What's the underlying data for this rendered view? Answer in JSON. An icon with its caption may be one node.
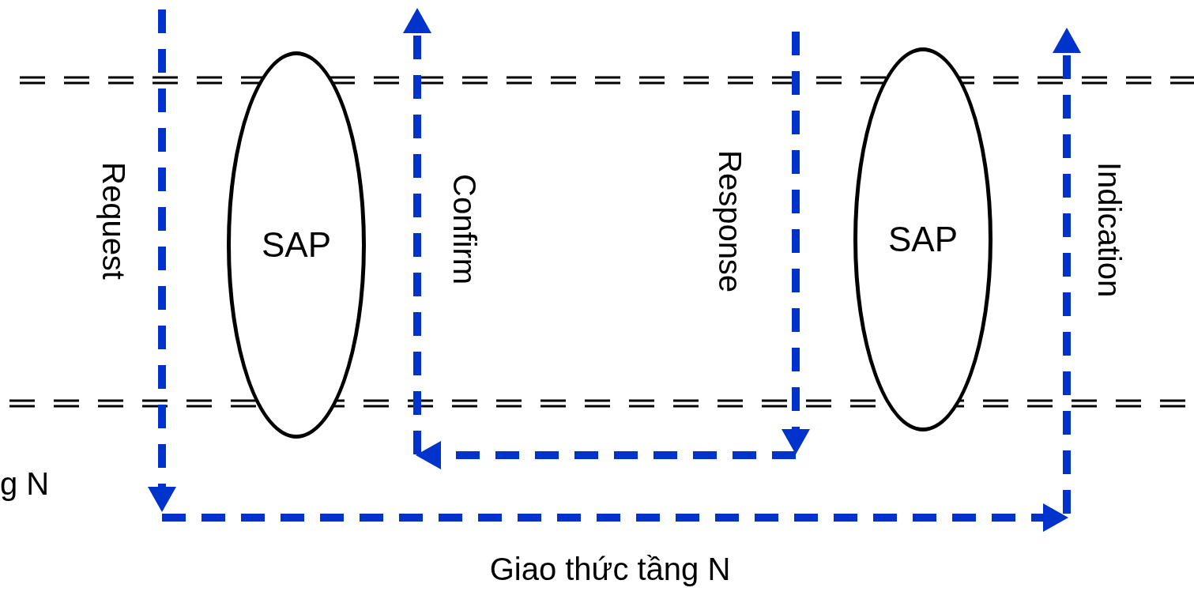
{
  "diagram": {
    "nodes": [
      {
        "text": [
          "SAP"
        ]
      },
      {
        "text": [
          "SAP"
        ]
      }
    ],
    "labels": [
      "Request",
      "Confirm",
      "Response",
      "Indication",
      "g N",
      "Giao thức tầng N"
    ]
  }
}
